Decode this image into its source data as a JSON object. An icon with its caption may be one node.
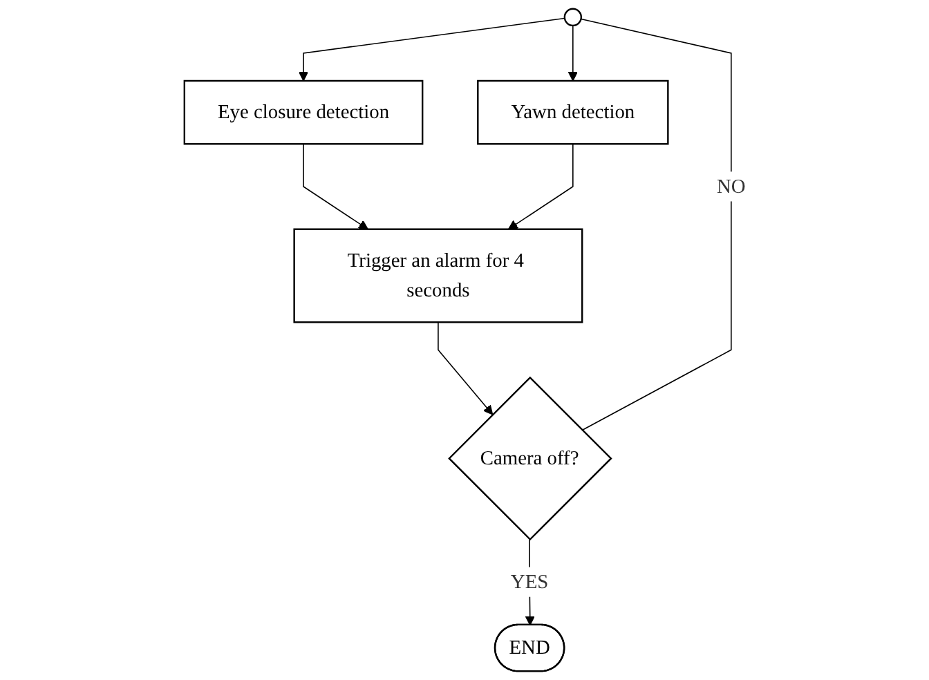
{
  "diagram": {
    "nodes": [
      {
        "text": [],
        "shape": "circle"
      },
      {
        "text": [
          "Eye closure detection"
        ]
      },
      {
        "text": [
          "Yawn detection"
        ]
      },
      {
        "text": [
          "Trigger an alarm for 4 seconds"
        ]
      },
      {
        "text": [
          "Camera off?"
        ]
      },
      {
        "text": [
          "END"
        ]
      }
    ],
    "edges": [
      {
        "from": 0,
        "to": 1,
        "arrow": "to"
      },
      {
        "from": 0,
        "to": 2,
        "arrow": "to"
      },
      {
        "from": 1,
        "to": 3,
        "arrow": "to"
      },
      {
        "from": 2,
        "to": 3,
        "arrow": "to"
      },
      {
        "from": 3,
        "to": 4,
        "arrow": "to"
      },
      {
        "from": 4,
        "to": 0,
        "label": "NO",
        "arrow": "none"
      },
      {
        "from": 4,
        "to": 5,
        "label": "YES",
        "arrow": "to"
      }
    ]
  }
}
